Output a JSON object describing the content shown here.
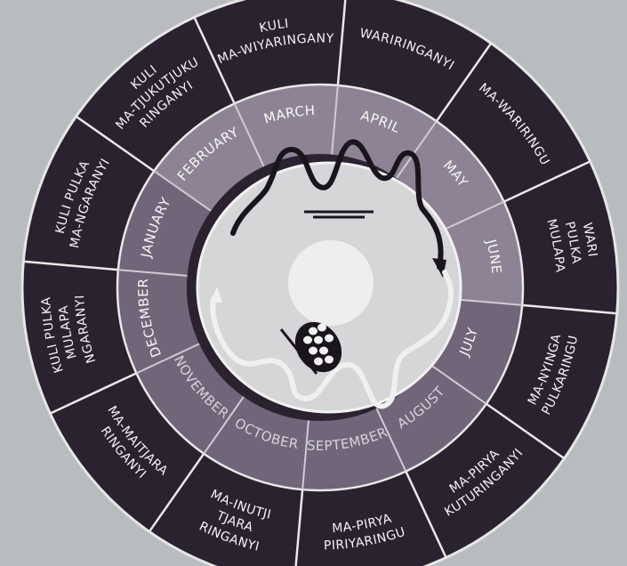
{
  "seasons": [
    {
      "lines": [
        "WARIRINGANYI"
      ]
    },
    {
      "lines": [
        "MA-WARIRINGU"
      ]
    },
    {
      "lines": [
        "WARI",
        "PULKA",
        "MULAPA"
      ]
    },
    {
      "lines": [
        "MA-NYINGA",
        "PULKARINGU"
      ]
    },
    {
      "lines": [
        "MA-PIRYA",
        "KUTURINGANYI"
      ]
    },
    {
      "lines": [
        "MA-PIRYA",
        "PIRIYARINGU"
      ]
    },
    {
      "lines": [
        "MA-INUTJI",
        "TJARA",
        "RINGANYI"
      ]
    },
    {
      "lines": [
        "MA-MAITJARA",
        "RINGANYI"
      ]
    },
    {
      "lines": [
        "KULI PULKA",
        "MULAPA",
        "NGARANYI"
      ]
    },
    {
      "lines": [
        "KULI PULKA",
        "MA-NGARANYI"
      ]
    },
    {
      "lines": [
        "KULI",
        "MA-TJUKUTJUKU",
        "RINGANYI"
      ]
    },
    {
      "lines": [
        "KULI",
        "MA-WIYARINGANYI"
      ]
    }
  ],
  "months": [
    {
      "label": "APRIL"
    },
    {
      "label": "MAY"
    },
    {
      "label": "JUNE"
    },
    {
      "label": "JULY"
    },
    {
      "label": "AUGUST"
    },
    {
      "label": "SEPTEMBER"
    },
    {
      "label": "OCTOBER"
    },
    {
      "label": "NOVEMBER"
    },
    {
      "label": "DECEMBER"
    },
    {
      "label": "JANUARY"
    },
    {
      "label": "FEBRUARY"
    },
    {
      "label": "MARCH"
    }
  ],
  "colors": {
    "wall": "#b9bcbf",
    "outer_ring": "#2b2230",
    "month_ring_light": "#8e8395",
    "month_ring_dark": "#71657a",
    "inner_disc": "#d6d6d8",
    "sun_disc": "#eeeeee",
    "dark_snake": "#1a151d",
    "light_snake": "#f0f0f0",
    "label": "#f3f3f3"
  },
  "icons": [
    "dark-snake-icon",
    "light-snake-icon",
    "egg-cluster-icon",
    "digging-stick-icon",
    "sun-disc-icon"
  ]
}
